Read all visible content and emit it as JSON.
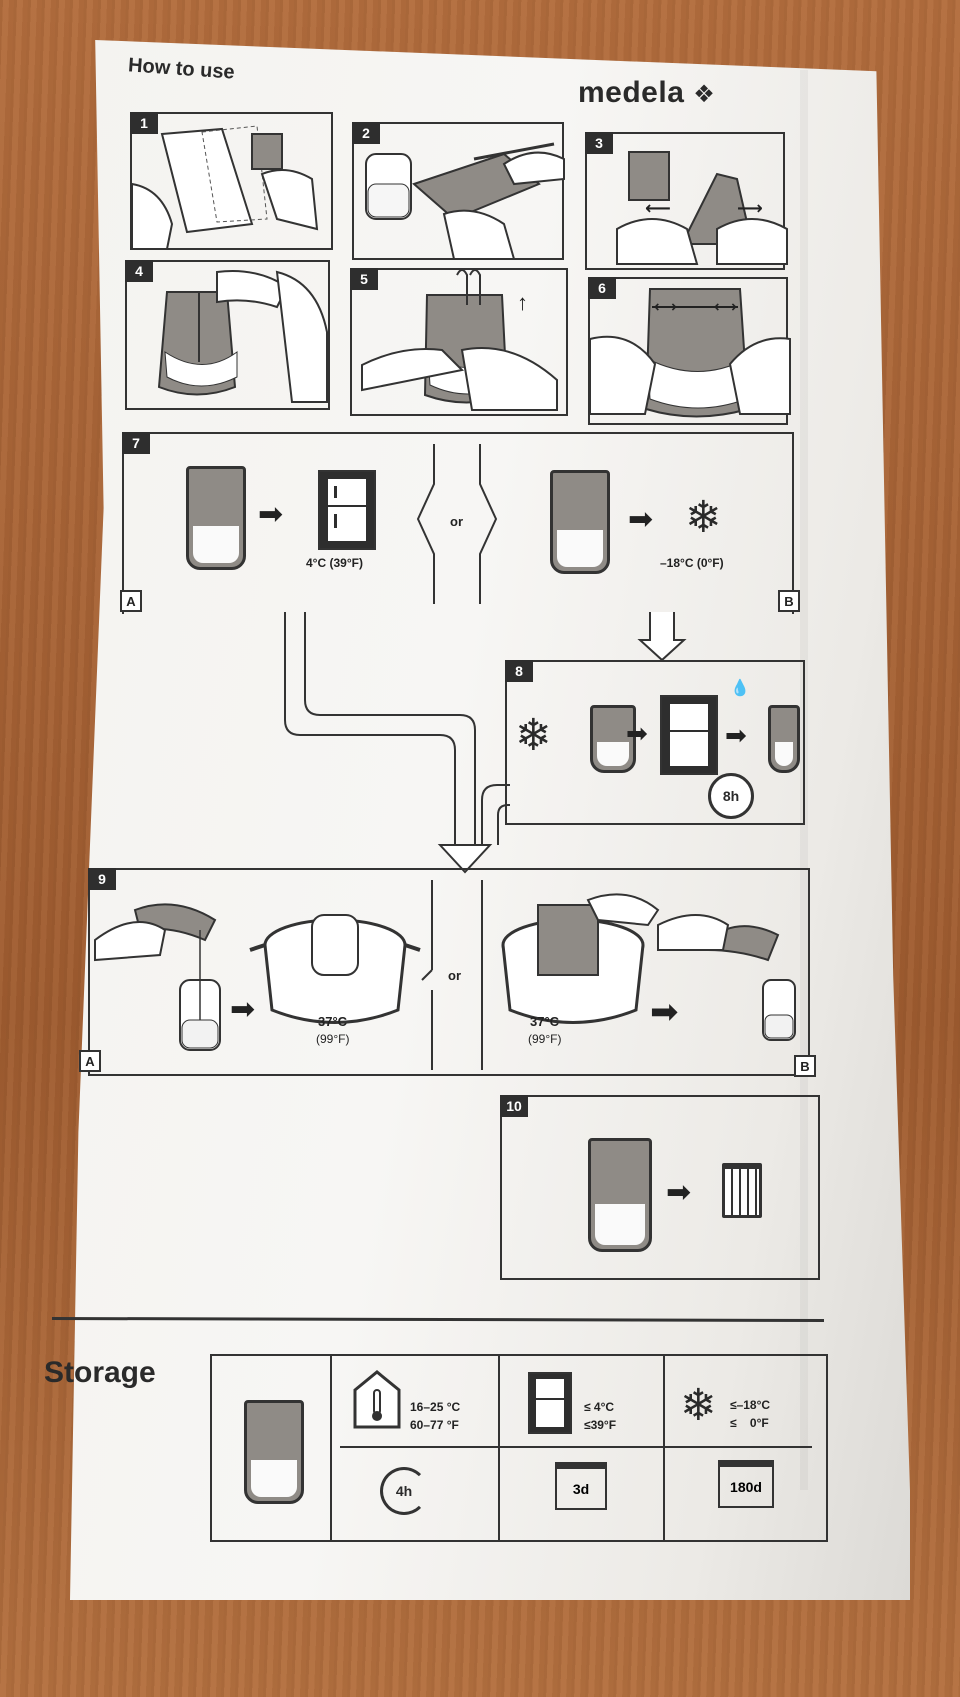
{
  "header": {
    "title": "How to use",
    "brand": "medela"
  },
  "steps": {
    "s1": "1",
    "s2": "2",
    "s3": "3",
    "s4": "4",
    "s5": "5",
    "s6": "6",
    "s7": "7",
    "s8": "8",
    "s9": "9",
    "s10": "10"
  },
  "step7": {
    "fridge_temp": "4°C (39°F)",
    "or": "or",
    "freezer_temp": "–18°C (0°F)",
    "a": "A",
    "b": "B"
  },
  "step8": {
    "thaw_time": "8h"
  },
  "step9": {
    "temp_a": "37°C",
    "temp_a_f": "(99°F)",
    "or": "or",
    "temp_b": "37°C",
    "temp_b_f": "(99°F)",
    "a": "A",
    "b": "B"
  },
  "storage": {
    "title": "Storage",
    "room": {
      "range_c": "16–25 °C",
      "range_f": "60–77 °F",
      "duration": "4h",
      "icon": "house-thermometer-icon"
    },
    "fridge": {
      "range_c": "≤  4°C",
      "range_f": "≤39°F",
      "duration": "3d",
      "icon": "fridge-icon"
    },
    "freezer": {
      "range_c": "≤–18°C",
      "range_f": "≤    0°F",
      "duration": "180d",
      "icon": "snowflake-icon"
    }
  },
  "colors": {
    "ink": "#2a2a2a",
    "packet": "#f4f3f0",
    "table": "#b06a3a"
  }
}
